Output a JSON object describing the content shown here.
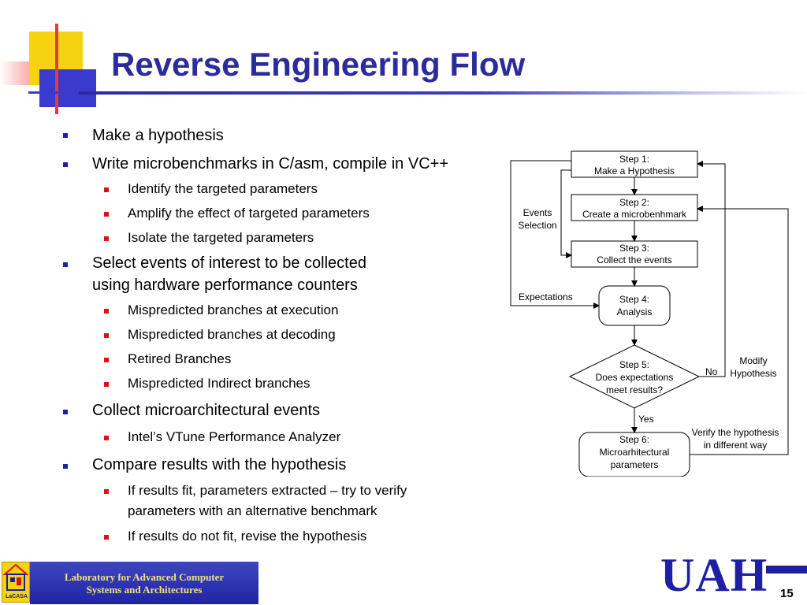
{
  "slide": {
    "title": "Reverse Engineering Flow",
    "page_number": "15"
  },
  "bullets": [
    {
      "level": 1,
      "text": "Make a hypothesis"
    },
    {
      "level": 1,
      "text": "Write microbenchmarks in C/asm, compile in VC++"
    },
    {
      "level": 2,
      "text": "Identify the targeted parameters"
    },
    {
      "level": 2,
      "text": "Amplify the effect of targeted parameters"
    },
    {
      "level": 2,
      "text": "Isolate the targeted parameters"
    },
    {
      "level": 1,
      "text": "Select events of interest to be collected"
    },
    {
      "level": 1,
      "text": "using hardware performance counters",
      "continuation": true
    },
    {
      "level": 2,
      "text": "Mispredicted branches at execution"
    },
    {
      "level": 2,
      "text": "Mispredicted branches at decoding"
    },
    {
      "level": 2,
      "text": "Retired Branches"
    },
    {
      "level": 2,
      "text": "Mispredicted Indirect branches"
    },
    {
      "level": 1,
      "text": "Collect microarchitectural events"
    },
    {
      "level": 2,
      "text": "Intel’s VTune Performance Analyzer"
    },
    {
      "level": 1,
      "text": "Compare results with the hypothesis"
    },
    {
      "level": 2,
      "text": "If results fit, parameters extracted – try to verify"
    },
    {
      "level": 2,
      "text": "parameters with an alternative benchmark",
      "continuation": true
    },
    {
      "level": 2,
      "text": "If results do not fit, revise the hypothesis"
    }
  ],
  "flowchart": {
    "nodes": [
      {
        "id": "step1",
        "shape": "rect",
        "lines": [
          "Step 1:",
          "Make a Hypothesis"
        ]
      },
      {
        "id": "step2",
        "shape": "rect",
        "lines": [
          "Step 2:",
          "Create a microbenhmark"
        ]
      },
      {
        "id": "step3",
        "shape": "rect",
        "lines": [
          "Step 3:",
          "Collect the events"
        ]
      },
      {
        "id": "step4",
        "shape": "rounded",
        "lines": [
          "Step 4:",
          "Analysis"
        ]
      },
      {
        "id": "step5",
        "shape": "diamond",
        "lines": [
          "Step 5:",
          "Does expectations",
          "meet results?"
        ]
      },
      {
        "id": "step6",
        "shape": "rounded",
        "lines": [
          "Step 6:",
          "Microarhitectural",
          "parameters"
        ]
      }
    ],
    "labels": {
      "events_selection": [
        "Events",
        "Selection"
      ],
      "expectations": "Expectations",
      "modify_hypothesis": [
        "Modify",
        "Hypothesis"
      ],
      "no": "No",
      "yes": "Yes",
      "verify": [
        "Verify the hypothesis",
        "in different way"
      ]
    }
  },
  "footer": {
    "lab_lines": [
      "Laboratory for Advanced Computer",
      "Systems and Architectures"
    ],
    "lab_logo_text": "LaCASA",
    "university_logo": "UAH"
  },
  "colors": {
    "title": "#2b2b9b",
    "level1_marker": "#1f1fa3",
    "level2_marker": "#e01010",
    "footer_banner": "#2a30b0",
    "footer_text": "#f3e27a"
  }
}
